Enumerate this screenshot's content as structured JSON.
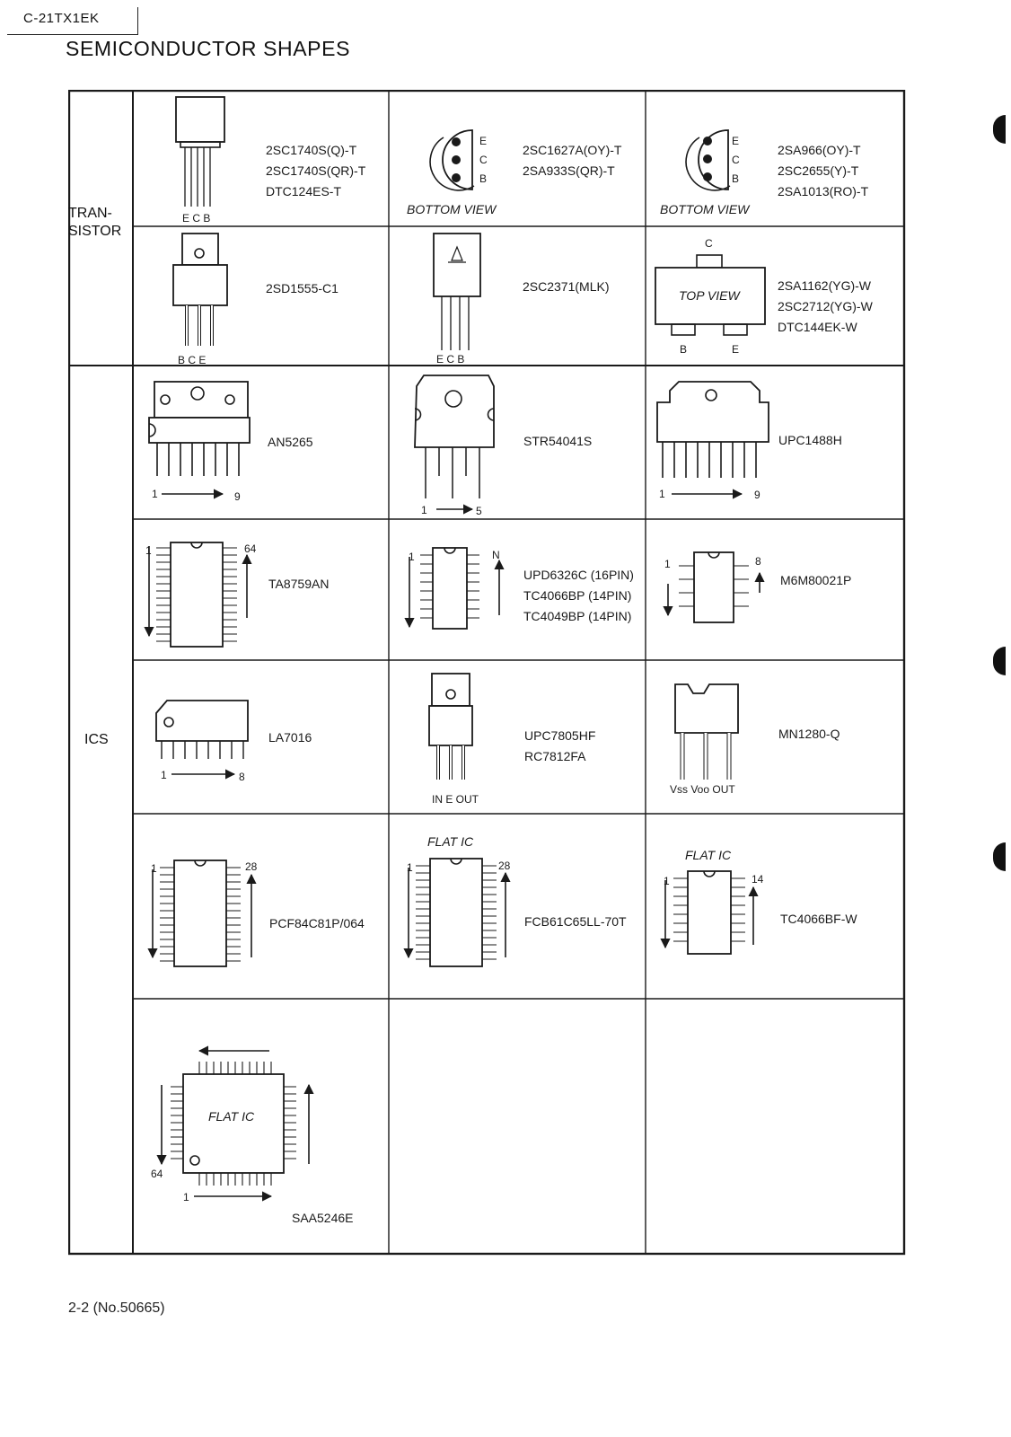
{
  "header": {
    "model": "C-21TX1EK",
    "title": "SEMICONDUCTOR SHAPES"
  },
  "groups": {
    "transistor": [
      "TRAN-",
      "SISTOR"
    ],
    "ics": "ICS"
  },
  "cells": {
    "c1": {
      "parts": [
        "2SC1740S(Q)-T",
        "2SC1740S(QR)-T",
        "DTC124ES-T"
      ],
      "pins": "E C B"
    },
    "c2": {
      "parts": [
        "2SC1627A(OY)-T",
        "2SA933S(QR)-T"
      ],
      "view": "BOTTOM VIEW",
      "pins": [
        "E",
        "C",
        "B"
      ]
    },
    "c3": {
      "parts": [
        "2SA966(OY)-T",
        "2SC2655(Y)-T",
        "2SA1013(RO)-T"
      ],
      "view": "BOTTOM VIEW",
      "pins": [
        "E",
        "C",
        "B"
      ]
    },
    "c4": {
      "parts": [
        "2SD1555-C1"
      ],
      "pins": "B C E"
    },
    "c5": {
      "parts": [
        "2SC2371(MLK)"
      ],
      "pins": "E C B"
    },
    "c6": {
      "parts": [
        "2SA1162(YG)-W",
        "2SC2712(YG)-W",
        "DTC144EK-W"
      ],
      "view": "TOP VIEW",
      "pins": [
        "C",
        "B",
        "E"
      ]
    },
    "c7": {
      "parts": [
        "AN5265"
      ],
      "pin_first": "1",
      "pin_last": "9"
    },
    "c8": {
      "parts": [
        "STR54041S"
      ],
      "pin_first": "1",
      "pin_last": "5"
    },
    "c9": {
      "parts": [
        "UPC1488H"
      ],
      "pin_first": "1",
      "pin_last": "9"
    },
    "c10": {
      "parts": [
        "TA8759AN"
      ],
      "pin_first": "1",
      "pin_last": "64"
    },
    "c11": {
      "parts": [
        "UPD6326C (16PIN)",
        "TC4066BP (14PIN)",
        "TC4049BP (14PIN)"
      ],
      "pin_first": "1",
      "pin_last": "N"
    },
    "c12": {
      "parts": [
        "M6M80021P"
      ],
      "pin_first": "1",
      "pin_last": "8"
    },
    "c13": {
      "parts": [
        "LA7016"
      ],
      "pin_first": "1",
      "pin_last": "8"
    },
    "c14": {
      "parts": [
        "UPC7805HF",
        "RC7812FA"
      ],
      "pins": "IN E OUT"
    },
    "c15": {
      "parts": [
        "MN1280-Q"
      ],
      "pins": "Vss Voo OUT"
    },
    "c16": {
      "parts": [
        "PCF84C81P/064"
      ],
      "pin_first": "1",
      "pin_last": "28"
    },
    "c17": {
      "parts": [
        "FCB61C65LL-70T"
      ],
      "tag": "FLAT IC",
      "pin_first": "1",
      "pin_last": "28"
    },
    "c18": {
      "parts": [
        "TC4066BF-W"
      ],
      "tag": "FLAT IC",
      "pin_first": "1",
      "pin_last": "14"
    },
    "c19": {
      "parts": [
        "SAA5246E"
      ],
      "tag": "FLAT IC",
      "pin_first": "1",
      "pin_last": "64"
    }
  },
  "footer": "2-2 (No.50665)"
}
